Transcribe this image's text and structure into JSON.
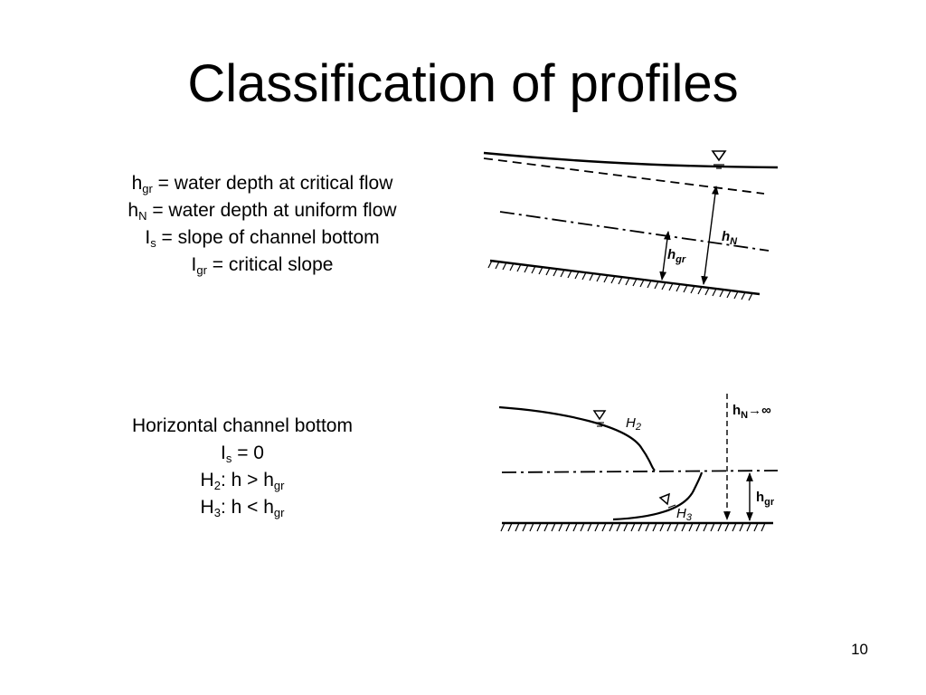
{
  "slide": {
    "title": "Classification of profiles",
    "page_number": "10"
  },
  "definitions": [
    {
      "symbol": "h",
      "sub": "gr",
      "text": " = water depth at critical flow"
    },
    {
      "symbol": "h",
      "sub": "N",
      "text": " = water depth at uniform flow"
    },
    {
      "symbol": "I",
      "sub": "s",
      "text": " = slope of channel bottom"
    },
    {
      "symbol": "I",
      "sub": "gr",
      "text": " = critical slope"
    }
  ],
  "horizontal": {
    "heading": "Horizontal channel bottom",
    "slope": {
      "symbol": "I",
      "sub": "s",
      "text": " = 0"
    },
    "h2": {
      "symbol": "H",
      "sub": "2",
      "text": ": h > h",
      "sub2": "gr"
    },
    "h3": {
      "symbol": "H",
      "sub": "3",
      "text": ": h < h",
      "sub2": "gr"
    }
  },
  "diagram_sloped": {
    "label_hN_main": "h",
    "label_hN_sub": "N",
    "label_hgr_main": "h",
    "label_hgr_sub": "gr"
  },
  "diagram_horizontal": {
    "label_hN_main": "h",
    "label_hN_sub": "N",
    "label_hN_arrow": "→∞",
    "label_hgr_main": "h",
    "label_hgr_sub": "gr",
    "label_H2_main": "H",
    "label_H2_sub": "2",
    "label_H3_main": "H",
    "label_H3_sub": "3"
  }
}
